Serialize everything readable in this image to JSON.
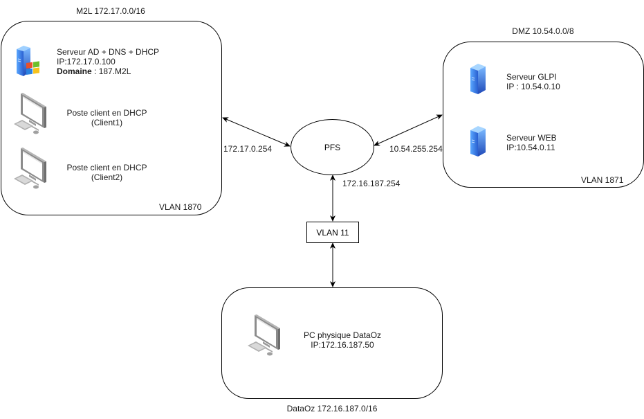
{
  "zones": {
    "m2l": {
      "title": "M2L 172.17.0.0/16",
      "vlan": "VLAN 1870",
      "server": {
        "line1": "Serveur AD + DNS + DHCP",
        "line2": "IP:172.17.0.100",
        "domain_label": "Domaine",
        "domain_value": " : 187.M2L",
        "icon": "windows-server-icon"
      },
      "clients": [
        {
          "line1": "Poste client en DHCP",
          "line2": "(Client1)",
          "icon": "desktop-pc-icon"
        },
        {
          "line1": "Poste client en DHCP",
          "line2": "(Client2)",
          "icon": "desktop-pc-icon"
        }
      ]
    },
    "dmz": {
      "title": "DMZ 10.54.0.0/8",
      "vlan": "VLAN 1871",
      "servers": [
        {
          "line1": "Serveur GLPI",
          "line2": "IP : 10.54.0.10",
          "icon": "server-tower-icon"
        },
        {
          "line1": "Serveur WEB",
          "line2": "IP:10.54.0.11",
          "icon": "server-tower-icon"
        }
      ]
    },
    "dataoz": {
      "title": "DataOz 172.16.187.0/16",
      "pc": {
        "line1": "PC physique DataOz",
        "line2": "IP:172.16.187.50",
        "icon": "desktop-pc-icon"
      }
    }
  },
  "firewall": {
    "label": "PFS"
  },
  "switch": {
    "label": "VLAN 11"
  },
  "links": {
    "m2l_gateway": "172.17.0.254",
    "dmz_gateway": "10.54.255.254",
    "dataoz_gateway": "172.16.187.254"
  },
  "colors": {
    "line": "#000000",
    "server_blue": "#3b7fe6",
    "monitor_gray": "#8c8c8c"
  }
}
